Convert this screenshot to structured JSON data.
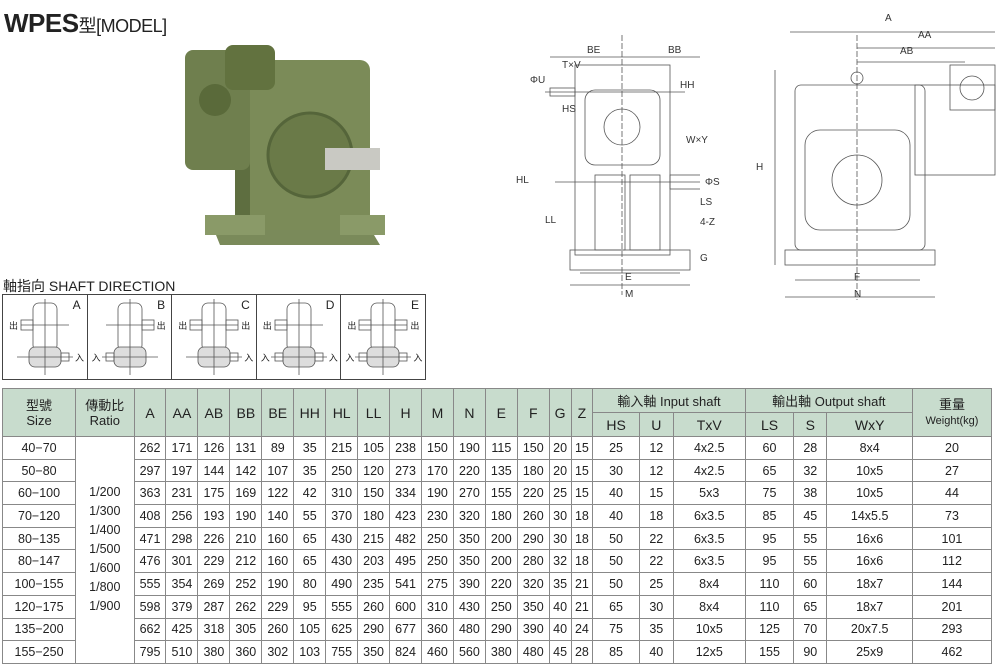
{
  "title": {
    "main": "WPES",
    "suffix": "型[MODEL]"
  },
  "shaft_direction": {
    "title": "軸指向 SHAFT DIRECTION",
    "types": [
      "A",
      "B",
      "C",
      "D",
      "E"
    ],
    "out_label": "出",
    "in_label": "入"
  },
  "drawing_labels": {
    "front": [
      "BE",
      "BB",
      "T×V",
      "ΦU",
      "HH",
      "HS",
      "W×Y",
      "HL",
      "ΦS",
      "LS",
      "LL",
      "4-Z",
      "G",
      "E",
      "M"
    ],
    "side": [
      "A",
      "AA",
      "AB",
      "H",
      "F",
      "N"
    ]
  },
  "table": {
    "headers": {
      "size": [
        "型號",
        "Size"
      ],
      "ratio": [
        "傳動比",
        "Ratio"
      ],
      "dims": [
        "A",
        "AA",
        "AB",
        "BB",
        "BE",
        "HH",
        "HL",
        "LL",
        "H",
        "M",
        "N",
        "E",
        "F",
        "G",
        "Z"
      ],
      "input_shaft": "輸入軸 Input shaft",
      "input_cols": [
        "HS",
        "U",
        "TxV"
      ],
      "output_shaft": "輸出軸 Output shaft",
      "output_cols": [
        "LS",
        "S",
        "WxY"
      ],
      "weight": [
        "重量",
        "Weight(kg)"
      ]
    },
    "ratios": [
      "1/200",
      "1/300",
      "1/400",
      "1/500",
      "1/600",
      "1/800",
      "1/900"
    ],
    "rows": [
      [
        "40−70",
        "262",
        "171",
        "126",
        "131",
        "89",
        "35",
        "215",
        "105",
        "238",
        "150",
        "190",
        "115",
        "150",
        "20",
        "15",
        "25",
        "12",
        "4x2.5",
        "60",
        "28",
        "8x4",
        "20"
      ],
      [
        "50−80",
        "297",
        "197",
        "144",
        "142",
        "107",
        "35",
        "250",
        "120",
        "273",
        "170",
        "220",
        "135",
        "180",
        "20",
        "15",
        "30",
        "12",
        "4x2.5",
        "65",
        "32",
        "10x5",
        "27"
      ],
      [
        "60−100",
        "363",
        "231",
        "175",
        "169",
        "122",
        "42",
        "310",
        "150",
        "334",
        "190",
        "270",
        "155",
        "220",
        "25",
        "15",
        "40",
        "15",
        "5x3",
        "75",
        "38",
        "10x5",
        "44"
      ],
      [
        "70−120",
        "408",
        "256",
        "193",
        "190",
        "140",
        "55",
        "370",
        "180",
        "423",
        "230",
        "320",
        "180",
        "260",
        "30",
        "18",
        "40",
        "18",
        "6x3.5",
        "85",
        "45",
        "14x5.5",
        "73"
      ],
      [
        "80−135",
        "471",
        "298",
        "226",
        "210",
        "160",
        "65",
        "430",
        "215",
        "482",
        "250",
        "350",
        "200",
        "290",
        "30",
        "18",
        "50",
        "22",
        "6x3.5",
        "95",
        "55",
        "16x6",
        "101"
      ],
      [
        "80−147",
        "476",
        "301",
        "229",
        "212",
        "160",
        "65",
        "430",
        "203",
        "495",
        "250",
        "350",
        "200",
        "280",
        "32",
        "18",
        "50",
        "22",
        "6x3.5",
        "95",
        "55",
        "16x6",
        "112"
      ],
      [
        "100−155",
        "555",
        "354",
        "269",
        "252",
        "190",
        "80",
        "490",
        "235",
        "541",
        "275",
        "390",
        "220",
        "320",
        "35",
        "21",
        "50",
        "25",
        "8x4",
        "110",
        "60",
        "18x7",
        "144"
      ],
      [
        "120−175",
        "598",
        "379",
        "287",
        "262",
        "229",
        "95",
        "555",
        "260",
        "600",
        "310",
        "430",
        "250",
        "350",
        "40",
        "21",
        "65",
        "30",
        "8x4",
        "110",
        "65",
        "18x7",
        "201"
      ],
      [
        "135−200",
        "662",
        "425",
        "318",
        "305",
        "260",
        "105",
        "625",
        "290",
        "677",
        "360",
        "480",
        "290",
        "390",
        "40",
        "24",
        "75",
        "35",
        "10x5",
        "125",
        "70",
        "20x7.5",
        "293"
      ],
      [
        "155−250",
        "795",
        "510",
        "380",
        "360",
        "302",
        "103",
        "755",
        "350",
        "824",
        "460",
        "560",
        "380",
        "480",
        "45",
        "28",
        "85",
        "40",
        "12x5",
        "155",
        "90",
        "25x9",
        "462"
      ]
    ]
  },
  "colors": {
    "header_bg": "#c8dccd",
    "gear_green": "#6f7f4e"
  }
}
